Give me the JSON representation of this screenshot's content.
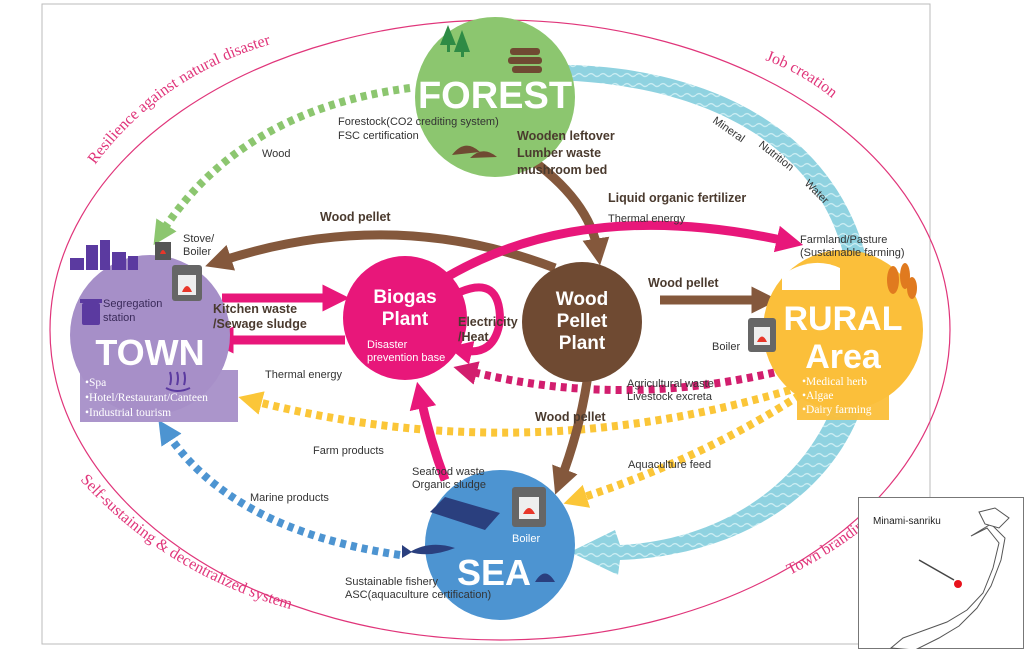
{
  "ring": {
    "top_left": "Resilience against natural disaster",
    "top_right": "Job creation",
    "bottom_left": "Self-sustaining & decentralized system",
    "bottom_right": "Town branding"
  },
  "nodes": {
    "forest": {
      "title": "FOREST"
    },
    "town": {
      "title": "TOWN",
      "segregation": "Segregation\nstation",
      "stove": "Stove/\nBoiler",
      "features": [
        "•Spa",
        "•Hotel/Restaurant/Canteen",
        "•Industrial tourism"
      ]
    },
    "biogas": {
      "title": "Biogas\nPlant",
      "sub": "Disaster\nprevention base"
    },
    "pellet": {
      "title": "Wood\nPellet\nPlant"
    },
    "rural": {
      "title": "RURAL\nArea",
      "boiler": "Boiler",
      "farmland": "Farmland/Pasture\n(Sustainable farming)",
      "features": [
        "•Medical herb",
        "•Algae",
        "•Dairy farming"
      ]
    },
    "sea": {
      "title": "SEA",
      "boiler": "Boiler"
    }
  },
  "labels": {
    "forestock": "Forestock(CO2 crediting system)\nFSC certification",
    "wooden_leftover": "Wooden leftover\nLumber waste\nmushroom bed",
    "wood": "Wood",
    "minerals": [
      "Mineral",
      "Nutrition",
      "Water"
    ],
    "wood_pellet_top": "Wood pellet",
    "liquid_fertilizer": "Liquid organic fertilizer",
    "thermal_top": "Thermal energy",
    "wood_pellet_right": "Wood pellet",
    "kitchen_waste": "Kitchen waste\n/Sewage sludge",
    "electricity": "Electricity\n/Heat",
    "thermal_town": "Thermal energy",
    "agri_waste": "Agricultural waste\nLivestock excreta",
    "wood_pellet_bottom": "Wood pellet",
    "farm_products": "Farm products",
    "aquaculture_feed": "Aquaculture feed",
    "seafood_waste": "Seafood waste\nOrganic sludge",
    "marine_products": "Marine products",
    "sustainable_fishery": "Sustainable fishery\nASC(aquaculture certification)"
  },
  "map": {
    "label": "Minami-sanriku"
  },
  "colors": {
    "forest": "#8cc66f",
    "town": "#a68fc8",
    "biogas": "#e8177a",
    "pellet": "#6f4a32",
    "rural": "#fbbf3a",
    "sea": "#4d94d1",
    "ring": "#e0357a",
    "pink_arrow": "#e8177a",
    "brown_arrow": "#84583c",
    "dotted_green": "#8cc66f",
    "dotted_yellow": "#fbc638",
    "dotted_blue": "#4d94d1",
    "dotted_pink": "#d21e6e",
    "water": "#8fd2e0"
  }
}
